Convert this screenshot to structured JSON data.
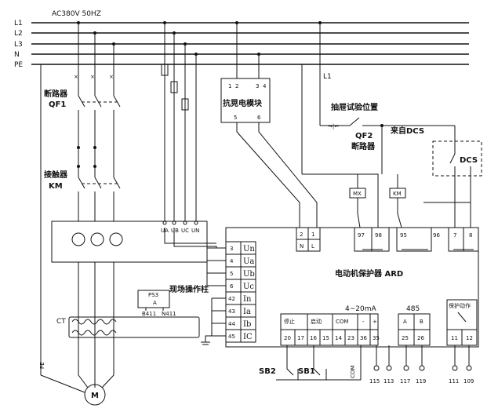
{
  "supply": {
    "voltage": "AC380V  50HZ",
    "lines": [
      "L1",
      "L2",
      "L3",
      "N",
      "PE"
    ],
    "tap": "L1"
  },
  "components": {
    "breaker1": "断路器",
    "breaker1_id": "QF1",
    "contactor": "接触器",
    "contactor_id": "KM",
    "anti_shake": "抗晃电模块",
    "anti_pins_top": [
      "1",
      "2",
      "3",
      "4"
    ],
    "anti_pins_bottom": [
      "5",
      "6"
    ],
    "draw_test": "抽屉试验位置",
    "breaker2_id": "QF2",
    "breaker2": "断路器",
    "from_dcs": "来自DCS",
    "dcs": "DCS",
    "mx": "MX",
    "km_coil": "KM",
    "site_post": "现场操作柱",
    "ps_label": "PS3",
    "ps_a": "A",
    "ps_b411": "B411",
    "ps_n411": "N411",
    "ct": "CT",
    "pe": "PE",
    "motor": "M",
    "u_labels": [
      "UA",
      "UB",
      "UC",
      "UN"
    ]
  },
  "protector": {
    "title": "电动机保护器 ARD",
    "pin_numbers": [
      "3",
      "4",
      "5",
      "6",
      "42",
      "43",
      "44",
      "45"
    ],
    "pin_names": [
      "Un",
      "Ua",
      "Ub",
      "Uc",
      "In",
      "Ia",
      "Ib",
      "IC"
    ],
    "power_pins": [
      "2",
      "1"
    ],
    "power_names": [
      "N",
      "L"
    ],
    "top_pins": [
      "97",
      "98",
      "95",
      "96",
      "7",
      "8"
    ],
    "stop": "停止",
    "start": "启动",
    "com": "COM",
    "bottom_pins": [
      "20",
      "17",
      "16",
      "15",
      "14",
      "23",
      "36",
      "35",
      "25",
      "26",
      "11",
      "12"
    ],
    "analog": "4~20mA",
    "minus": "-",
    "plus": "+",
    "rs485": "485",
    "A": "A",
    "B": "B",
    "protect_action": "保护动作"
  },
  "terminals": {
    "sb2": "SB2",
    "sb1": "SB1",
    "com": "COM",
    "numbers": [
      "115",
      "113",
      "117",
      "119",
      "111",
      "109"
    ]
  }
}
